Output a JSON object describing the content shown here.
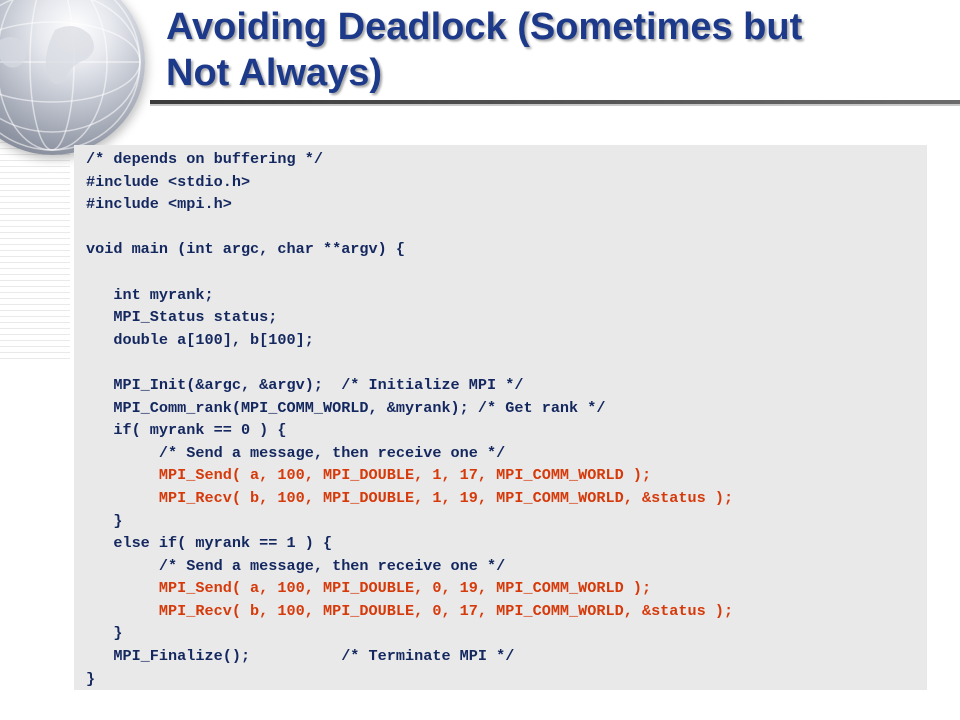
{
  "slide": {
    "title_lines": [
      "Avoiding Deadlock (Sometimes but",
      "Not Always)"
    ]
  },
  "code": {
    "lines": [
      "/* depends on buffering */",
      "#include <stdio.h>",
      "#include <mpi.h>",
      "",
      "void main (int argc, char **argv) {",
      "",
      "   int myrank;",
      "   MPI_Status status;",
      "   double a[100], b[100];",
      "",
      "   MPI_Init(&argc, &argv);  /* Initialize MPI */",
      "   MPI_Comm_rank(MPI_COMM_WORLD, &myrank); /* Get rank */",
      "   if( myrank == 0 ) {",
      "        /* Send a message, then receive one */",
      "        MPI_Send( a, 100, MPI_DOUBLE, 1, 17, MPI_COMM_WORLD );",
      "        MPI_Recv( b, 100, MPI_DOUBLE, 1, 19, MPI_COMM_WORLD, &status );",
      "   }",
      "   else if( myrank == 1 ) {",
      "        /* Send a message, then receive one */",
      "        MPI_Send( a, 100, MPI_DOUBLE, 0, 19, MPI_COMM_WORLD );",
      "        MPI_Recv( b, 100, MPI_DOUBLE, 0, 17, MPI_COMM_WORLD, &status );",
      "   }",
      "   MPI_Finalize();          /* Terminate MPI */",
      "}"
    ],
    "highlight_lines": [
      14,
      15,
      19,
      20
    ]
  },
  "colors": {
    "title": "#1d3a8a",
    "code_text": "#14285f",
    "code_highlight": "#d63a0a",
    "code_background": "#e9e9e9"
  },
  "icons": {
    "decoration": "globe-icon"
  }
}
